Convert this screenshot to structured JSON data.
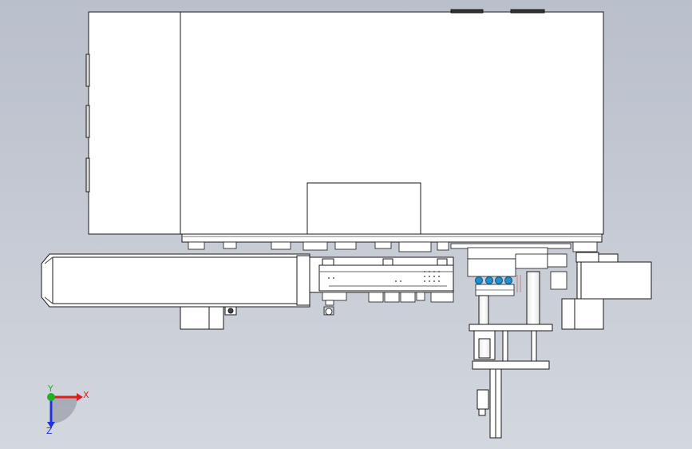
{
  "view": {
    "background_top": "#b9bfcb",
    "background_bottom": "#d3d7de",
    "line_color": "#1a1a1a",
    "part_fill": "#ffffff",
    "accent_blue": "#1e8fd0"
  },
  "triad": {
    "x_label": "X",
    "y_label": "Y",
    "z_label": "Z",
    "x_color": "#e01b1b",
    "y_color": "#22b022",
    "z_color": "#2233dd"
  }
}
